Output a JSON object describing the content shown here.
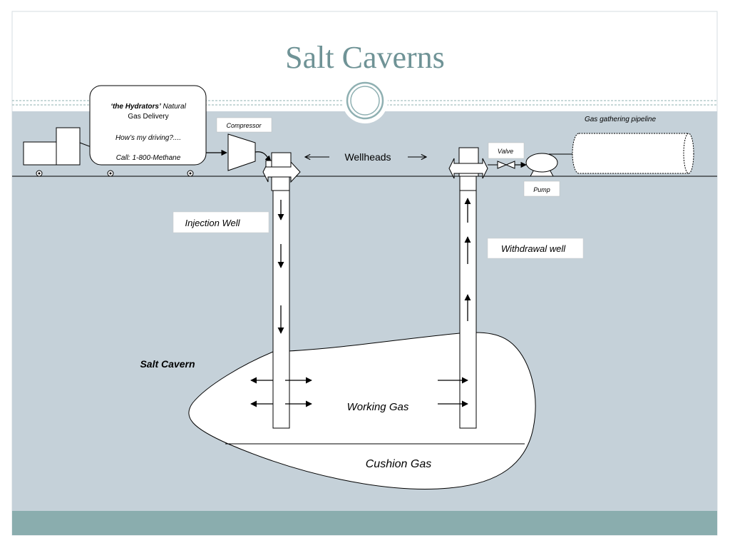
{
  "slide": {
    "title": "Salt Caverns",
    "colors": {
      "title": "#6f9396",
      "panel": "#c5d1d9",
      "footer_bar": "#8aadae",
      "lines": "#000000",
      "ornament": "#8fb0b2"
    }
  },
  "diagram": {
    "truck": {
      "bubble_brand": "‘the Hydrators’",
      "bubble_brand_suffix": " Natural",
      "bubble_line2": "Gas Delivery",
      "bubble_line3": "How’s my driving?....",
      "bubble_line4": "Call: 1-800-Methane"
    },
    "compressor_label": "Compressor",
    "wellheads_label": "Wellheads",
    "valve_label": "Valve",
    "pump_label": "Pump",
    "pipeline_label": "Gas gathering pipeline",
    "injection_well_label": "Injection Well",
    "withdrawal_well_label": "Withdrawal well",
    "salt_cavern_label": "Salt  Cavern",
    "working_gas_label": "Working Gas",
    "cushion_gas_label": "Cushion Gas"
  }
}
